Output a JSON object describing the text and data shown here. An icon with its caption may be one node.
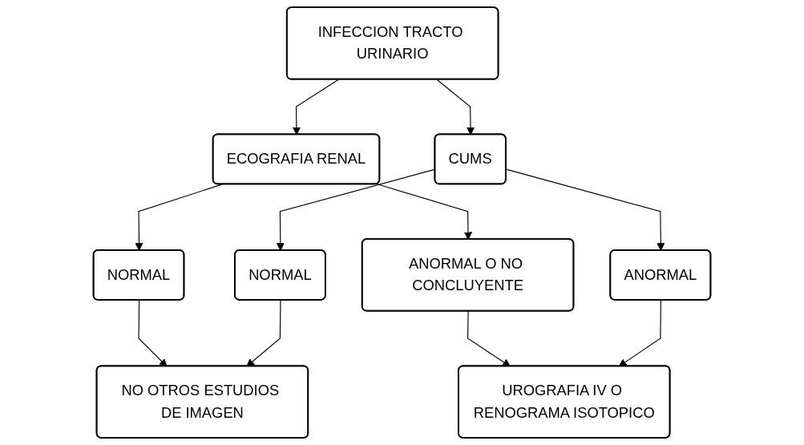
{
  "diagram": {
    "nodes": [
      {
        "text": [
          "INFECCION TRACTO URINARIO"
        ]
      },
      {
        "text": [
          "ECOGRAFIA RENAL"
        ]
      },
      {
        "text": [
          "CUMS"
        ]
      },
      {
        "text": [
          "NORMAL"
        ]
      },
      {
        "text": [
          "ANORMAL O NO CONCLUYENTE"
        ]
      },
      {
        "text": [
          "UROGRAFIA IV O RENOGRAMA ISOTOPICO"
        ]
      },
      {
        "text": [
          "ANORMAL"
        ]
      },
      {
        "text": [
          "NORMAL"
        ]
      },
      {
        "text": [
          "NO OTROS ESTUDIOS DE IMAGEN"
        ]
      }
    ],
    "edges": [
      {
        "from": 0,
        "to": 1,
        "arrow": "to"
      },
      {
        "from": 0,
        "to": 2,
        "arrow": "to"
      },
      {
        "from": 1,
        "to": 3,
        "arrow": "to"
      },
      {
        "from": 1,
        "to": 4,
        "arrow": "to"
      },
      {
        "from": 2,
        "to": 6,
        "arrow": "to"
      },
      {
        "from": 2,
        "to": 7,
        "arrow": "to"
      },
      {
        "from": 4,
        "to": 5,
        "arrow": "to"
      },
      {
        "from": 6,
        "to": 5,
        "arrow": "to"
      },
      {
        "from": 3,
        "to": 8,
        "arrow": "to"
      },
      {
        "from": 7,
        "to": 8,
        "arrow": "to"
      }
    ]
  }
}
